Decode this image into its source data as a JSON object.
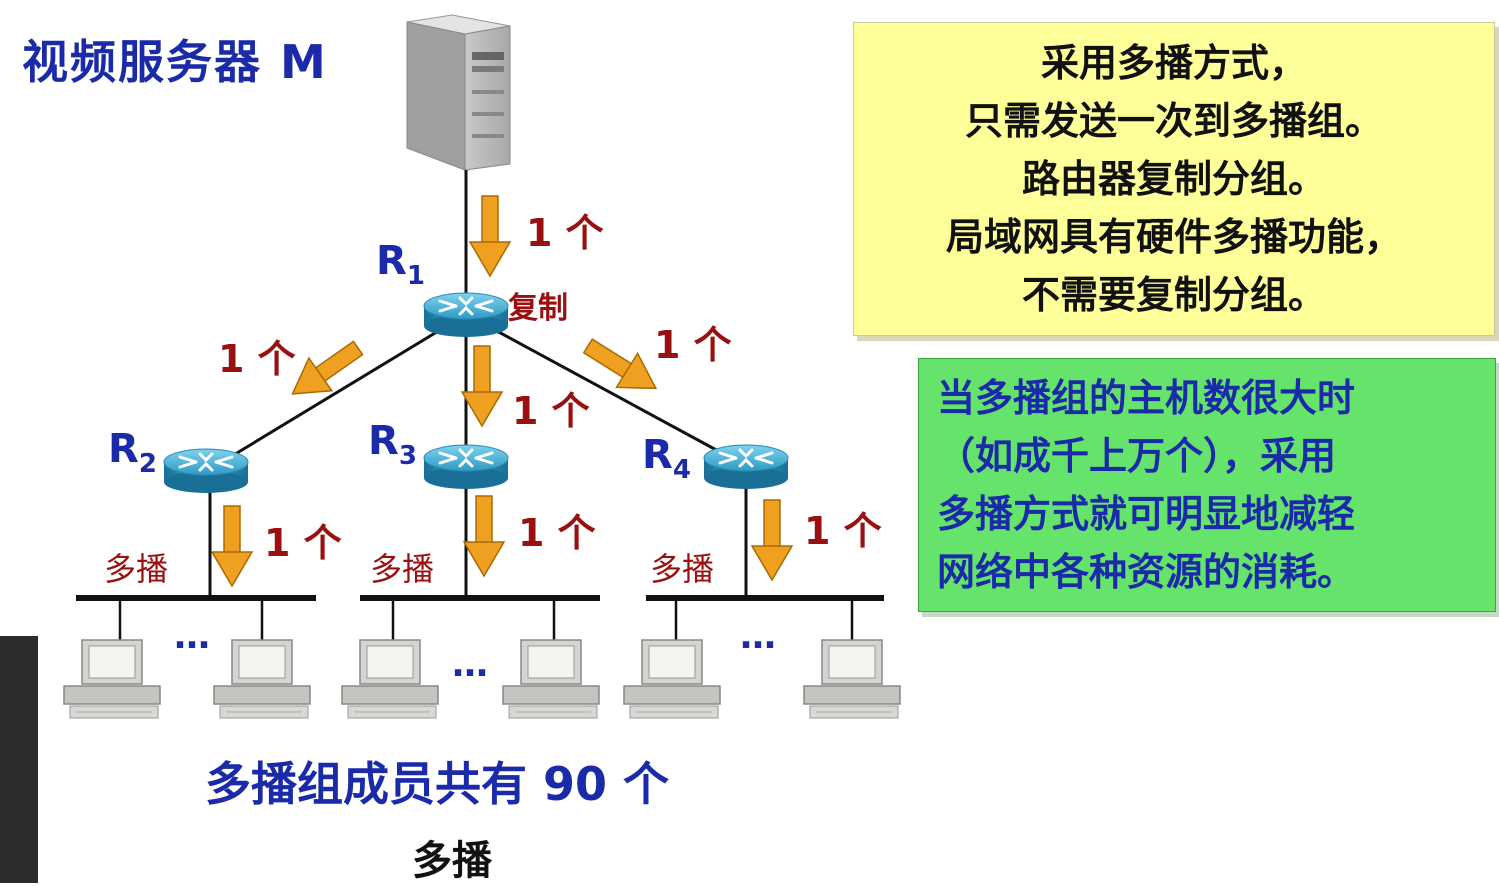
{
  "server_label": "视频服务器 M",
  "routers": [
    {
      "id": "R1",
      "letter": "R",
      "sub": "1"
    },
    {
      "id": "R2",
      "letter": "R",
      "sub": "2"
    },
    {
      "id": "R3",
      "letter": "R",
      "sub": "3"
    },
    {
      "id": "R4",
      "letter": "R",
      "sub": "4"
    }
  ],
  "copy_label": "复制",
  "count_label": "1 个",
  "multicast_label": "多播",
  "ellipsis": "…",
  "yellow_box": {
    "lines": [
      "采用多播方式，",
      "只需发送一次到多播组。",
      "路由器复制分组。",
      "局域网具有硬件多播功能，",
      "不需要复制分组。"
    ]
  },
  "green_box": {
    "lines": [
      "当多播组的主机数很大时",
      "（如成千上万个），采用",
      "多播方式就可明显地减轻",
      "网络中各种资源的消耗。"
    ]
  },
  "bottom_title": "多播组成员共有 90 个",
  "caption": "多播",
  "colors": {
    "title_blue": "#1a2aa8",
    "count_red": "#9a1010",
    "arrow_orange": "#f0a020",
    "yellow_bg": "#ffff99",
    "green_bg": "#66e36a"
  }
}
